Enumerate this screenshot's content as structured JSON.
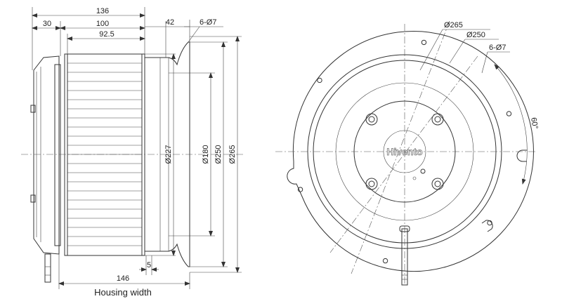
{
  "side_view": {
    "dims": {
      "overall": "136",
      "flange": "30",
      "impeller": "100",
      "blades": "92.5",
      "inlet": "42",
      "holes": "6-Ø7",
      "d227": "Ø227",
      "d180": "Ø180",
      "d250": "Ø250",
      "d265": "Ø265",
      "gap": "5",
      "housing": "146"
    },
    "caption": "Housing width"
  },
  "front_view": {
    "dims": {
      "d265": "Ø265",
      "d250": "Ø250",
      "holes": "6-Ø7",
      "angle": "60°"
    },
    "logo": "Hivento"
  }
}
